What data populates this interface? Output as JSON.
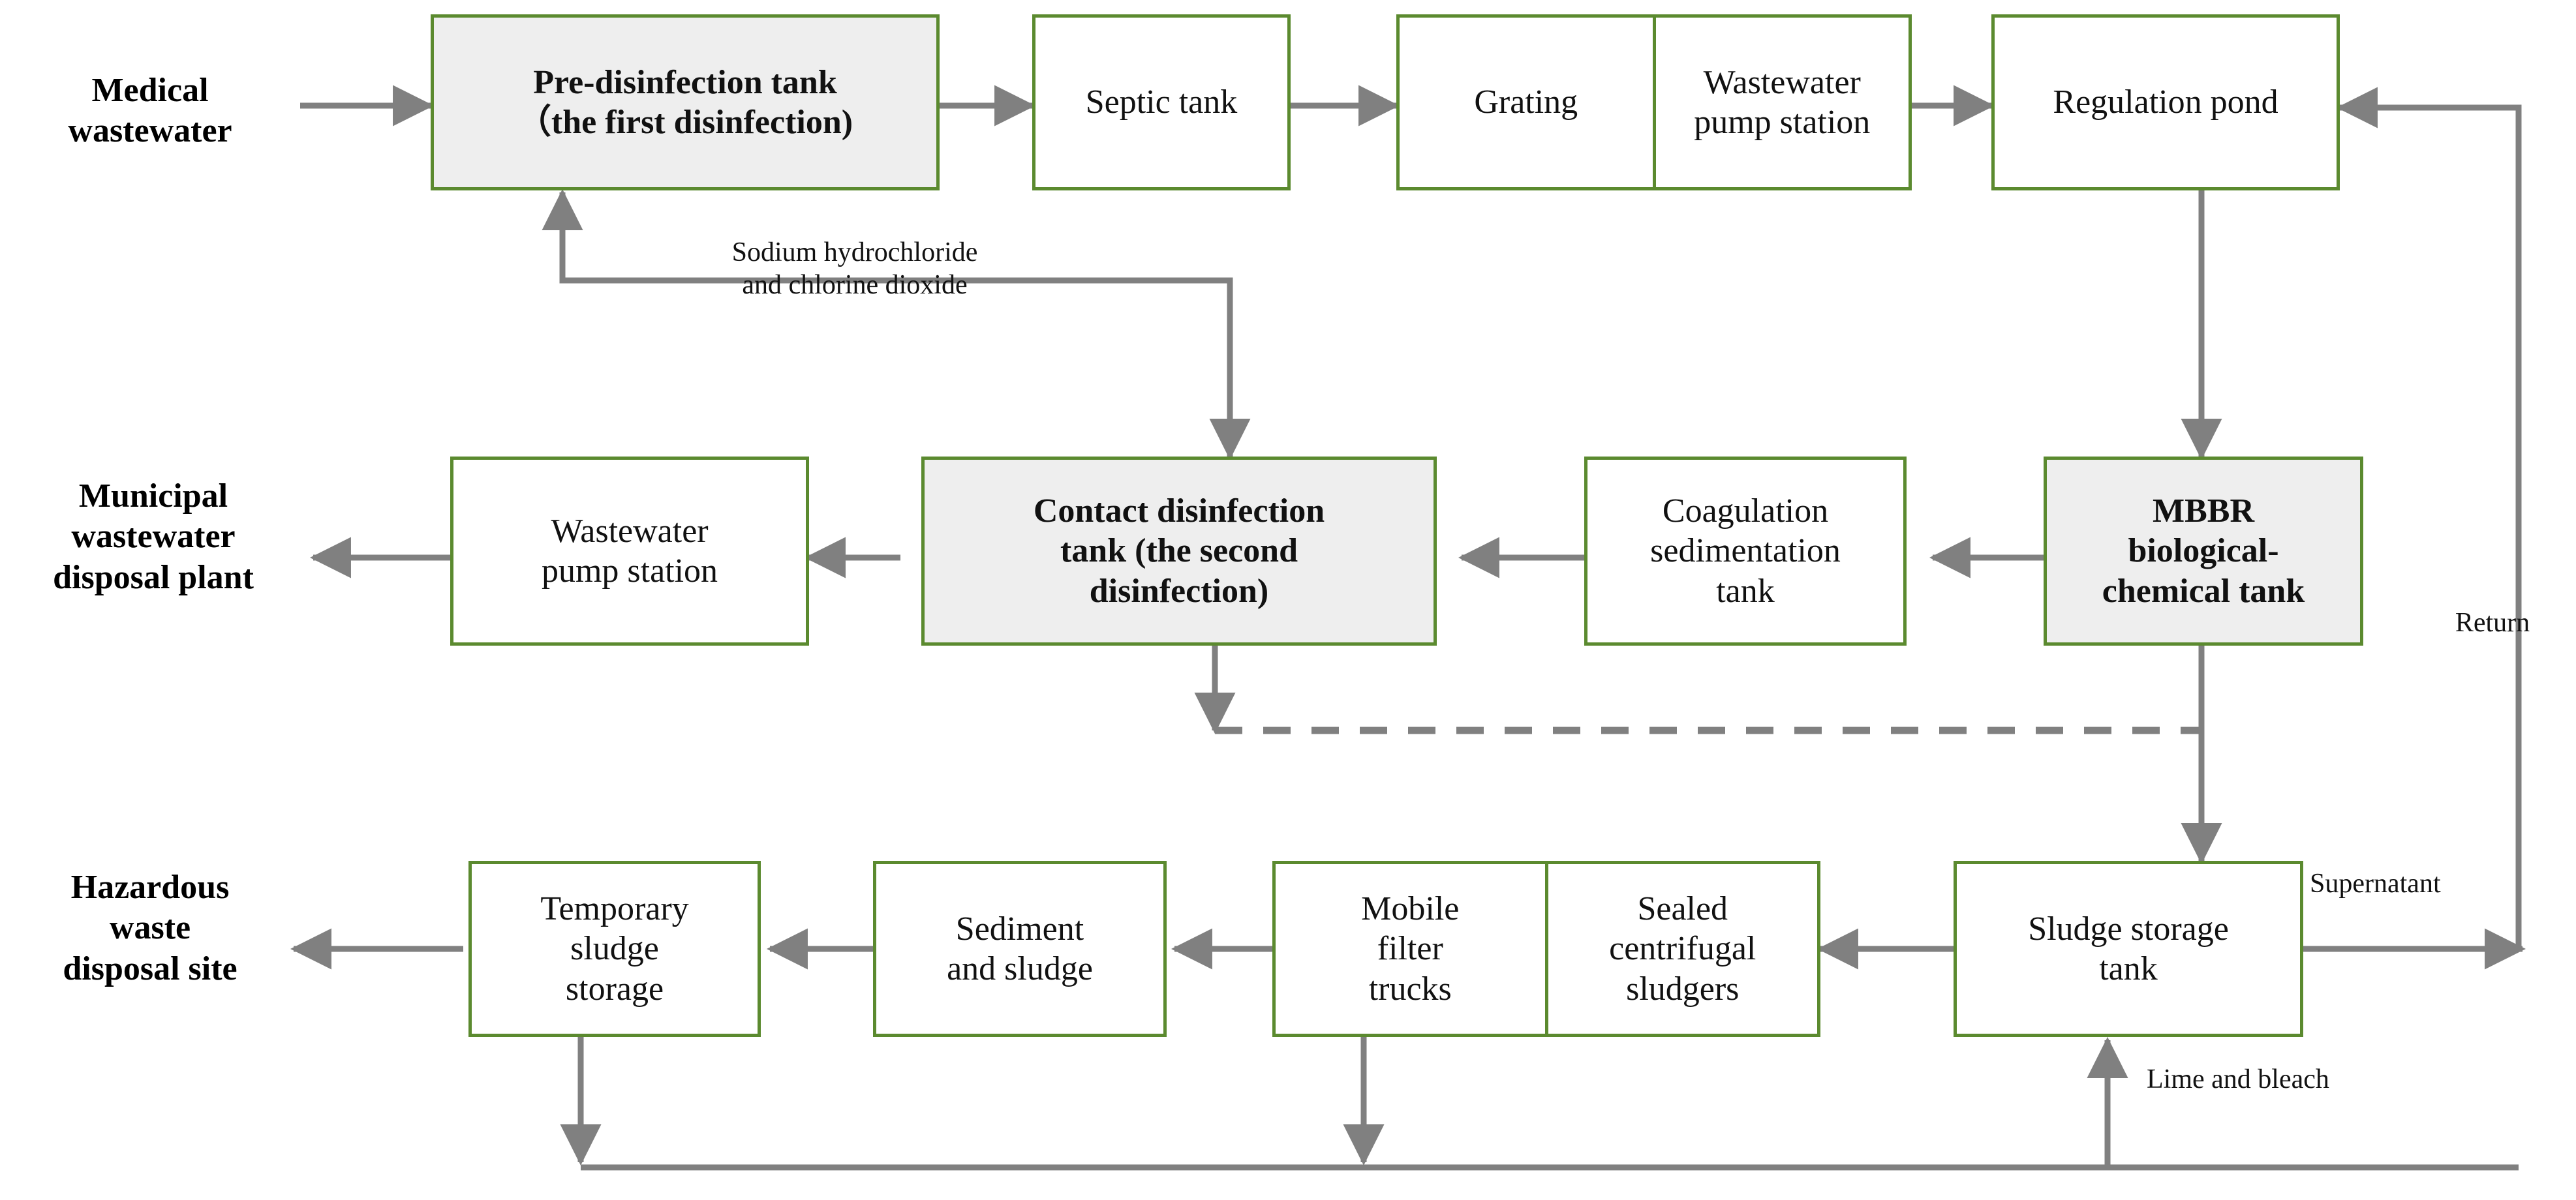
{
  "diagram": {
    "title": "Medical wastewater treatment process flow",
    "accent_color": "#5b8a2f",
    "line_color": "#808080",
    "shaded_fill": "#eeeeee"
  },
  "terminals": [
    {
      "id": "medical-wastewater",
      "label": "Medical\nwastewater"
    },
    {
      "id": "municipal-plant",
      "label": "Municipal\nwastewater\ndisposal plant"
    },
    {
      "id": "hazardous-site",
      "label": "Hazardous\nwaste\ndisposal site"
    }
  ],
  "nodes": [
    {
      "id": "pre-disinfection-tank",
      "label": "Pre-disinfection tank\n（the first disinfection)",
      "shaded": true
    },
    {
      "id": "septic-tank",
      "label": "Septic tank",
      "shaded": false
    },
    {
      "id": "grating",
      "label": "Grating",
      "shaded": false
    },
    {
      "id": "wastewater-pump-station-1",
      "label": "Wastewater\npump station",
      "shaded": false
    },
    {
      "id": "regulation-pond",
      "label": "Regulation pond",
      "shaded": false
    },
    {
      "id": "wastewater-pump-station-2",
      "label": "Wastewater\npump station",
      "shaded": false
    },
    {
      "id": "contact-disinfection-tank",
      "label": "Contact disinfection\ntank (the second\ndisinfection)",
      "shaded": true
    },
    {
      "id": "coagulation-sedimentation-tank",
      "label": "Coagulation\nsedimentation\ntank",
      "shaded": false
    },
    {
      "id": "mbbr-tank",
      "label": "MBBR\nbiological-\nchemical tank",
      "shaded": true
    },
    {
      "id": "temporary-sludge-storage",
      "label": "Temporary\nsludge\nstorage",
      "shaded": false
    },
    {
      "id": "sediment-and-sludge",
      "label": "Sediment\nand sludge",
      "shaded": false
    },
    {
      "id": "mobile-filter-trucks",
      "label": "Mobile\nfilter\ntrucks",
      "shaded": false
    },
    {
      "id": "sealed-centrifugal-sludgers",
      "label": "Sealed\ncentrifugal\nsludgers",
      "shaded": false
    },
    {
      "id": "sludge-storage-tank",
      "label": "Sludge storage\ntank",
      "shaded": false
    }
  ],
  "edge_labels": [
    {
      "id": "dosing-label",
      "text": "Sodium hydrochloride\nand chlorine dioxide"
    },
    {
      "id": "return-label",
      "text": "Return"
    },
    {
      "id": "supernatant-label",
      "text": "Supernatant"
    },
    {
      "id": "lime-bleach-label",
      "text": "Lime and bleach"
    }
  ],
  "flow": {
    "row1": [
      "medical-wastewater",
      "pre-disinfection-tank",
      "septic-tank",
      "grating",
      "wastewater-pump-station-1",
      "regulation-pond"
    ],
    "row2": [
      "municipal-plant",
      "wastewater-pump-station-2",
      "contact-disinfection-tank",
      "coagulation-sedimentation-tank",
      "mbbr-tank"
    ],
    "row3": [
      "hazardous-site",
      "temporary-sludge-storage",
      "sediment-and-sludge",
      "mobile-filter-trucks",
      "sealed-centrifugal-sludgers",
      "sludge-storage-tank"
    ]
  }
}
